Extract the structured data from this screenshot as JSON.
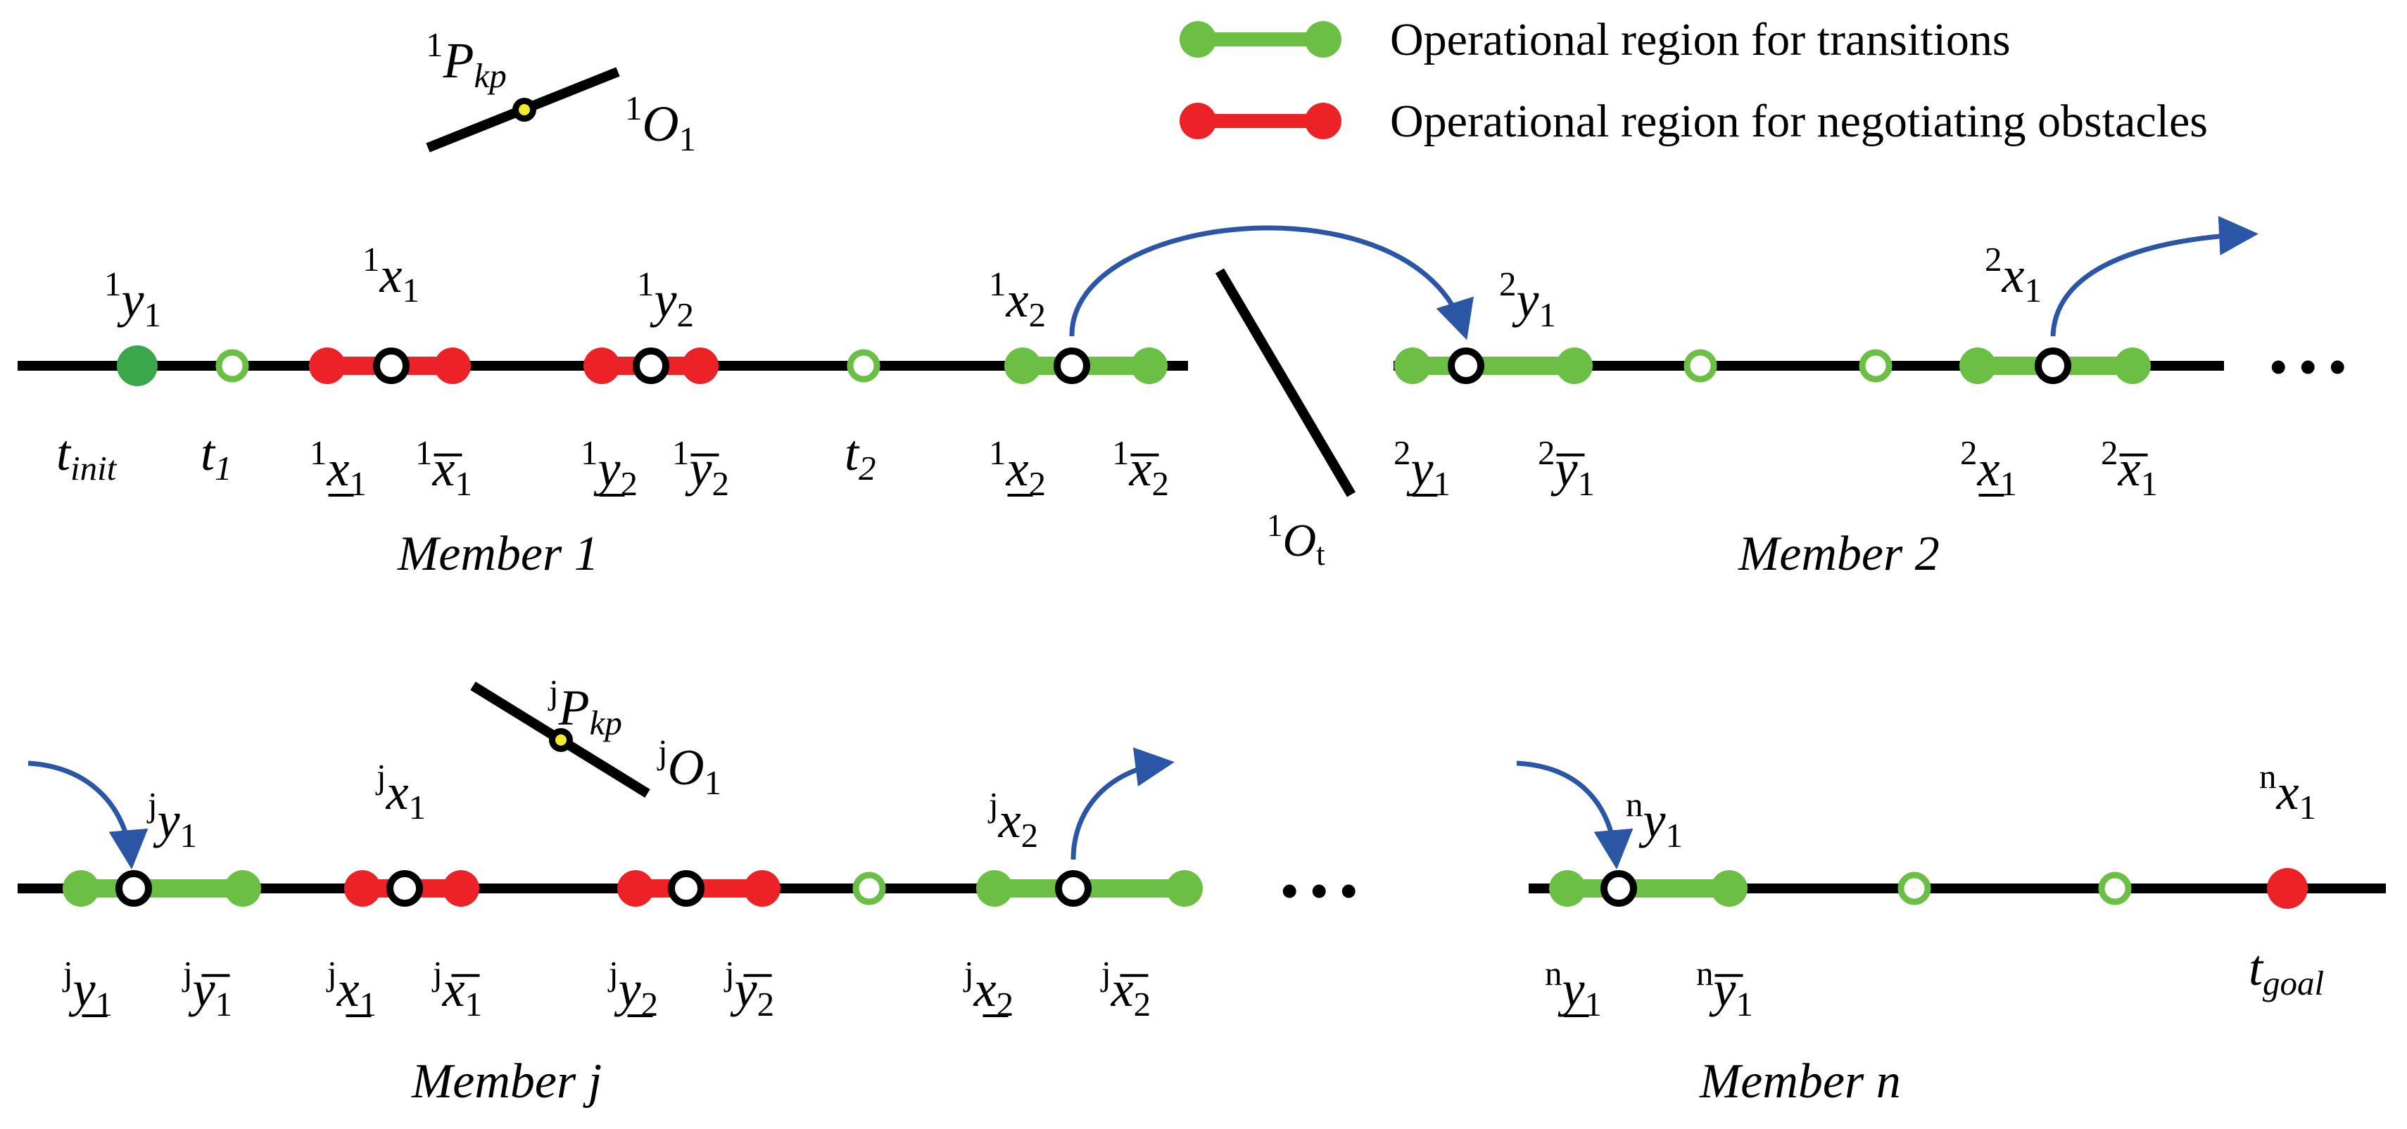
{
  "colors": {
    "transition": "#6cbf45",
    "obstacle": "#ec2226",
    "start_point": "#3aa84a",
    "goal_point": "#ec2226",
    "track": "#000000",
    "arrow": "#2b56a6",
    "kp_dot": "#f3ec2c"
  },
  "legend": {
    "transition_label": "Operational region for transitions",
    "obstacle_label": "Operational region for negotiating obstacles"
  },
  "members": {
    "m1": {
      "title": "Member 1",
      "top_labels": [
        {
          "sup": "1",
          "base": "y",
          "sub": "1"
        },
        {
          "sup": "1",
          "base": "x",
          "sub": "1"
        },
        {
          "sup": "1",
          "base": "y",
          "sub": "2"
        },
        {
          "sup": "1",
          "base": "x",
          "sub": "2"
        }
      ],
      "bottom_labels": [
        {
          "sup": "",
          "base": "t",
          "sub": "init",
          "kind": "t"
        },
        {
          "sup": "",
          "base": "t",
          "sub": "1",
          "kind": "t"
        },
        {
          "sup": "1",
          "base": "x",
          "sub": "1",
          "kind": "under"
        },
        {
          "sup": "1",
          "base": "x",
          "sub": "1",
          "kind": "over"
        },
        {
          "sup": "1",
          "base": "y",
          "sub": "2",
          "kind": "under"
        },
        {
          "sup": "1",
          "base": "y",
          "sub": "2",
          "kind": "over"
        },
        {
          "sup": "",
          "base": "t",
          "sub": "2",
          "kind": "t"
        },
        {
          "sup": "1",
          "base": "x",
          "sub": "2",
          "kind": "under"
        },
        {
          "sup": "1",
          "base": "x",
          "sub": "2",
          "kind": "over"
        }
      ]
    },
    "m2": {
      "title": "Member 2",
      "top_labels": [
        {
          "sup": "2",
          "base": "y",
          "sub": "1"
        },
        {
          "sup": "2",
          "base": "x",
          "sub": "1"
        }
      ],
      "bottom_labels": [
        {
          "sup": "2",
          "base": "y",
          "sub": "1",
          "kind": "under"
        },
        {
          "sup": "2",
          "base": "y",
          "sub": "1",
          "kind": "over"
        },
        {
          "sup": "2",
          "base": "x",
          "sub": "1",
          "kind": "under"
        },
        {
          "sup": "2",
          "base": "x",
          "sub": "1",
          "kind": "over"
        }
      ]
    },
    "mj": {
      "title": "Member j",
      "top_labels": [
        {
          "sup": "j",
          "base": "y",
          "sub": "1"
        },
        {
          "sup": "j",
          "base": "x",
          "sub": "1"
        },
        {
          "sup": "j",
          "base": "x",
          "sub": "2"
        }
      ],
      "bottom_labels": [
        {
          "sup": "j",
          "base": "y",
          "sub": "1",
          "kind": "under"
        },
        {
          "sup": "j",
          "base": "y",
          "sub": "1",
          "kind": "over"
        },
        {
          "sup": "j",
          "base": "x",
          "sub": "1",
          "kind": "under"
        },
        {
          "sup": "j",
          "base": "x",
          "sub": "1",
          "kind": "over"
        },
        {
          "sup": "j",
          "base": "y",
          "sub": "2",
          "kind": "under"
        },
        {
          "sup": "j",
          "base": "y",
          "sub": "2",
          "kind": "over"
        },
        {
          "sup": "j",
          "base": "x",
          "sub": "2",
          "kind": "under"
        },
        {
          "sup": "j",
          "base": "x",
          "sub": "2",
          "kind": "over"
        }
      ]
    },
    "mn": {
      "title": "Member n",
      "top_labels": [
        {
          "sup": "n",
          "base": "y",
          "sub": "1"
        },
        {
          "sup": "n",
          "base": "x",
          "sub": "1"
        }
      ],
      "bottom_labels": [
        {
          "sup": "n",
          "base": "y",
          "sub": "1",
          "kind": "under"
        },
        {
          "sup": "n",
          "base": "y",
          "sub": "1",
          "kind": "over"
        },
        {
          "sup": "",
          "base": "t",
          "sub": "goal",
          "kind": "t"
        }
      ]
    }
  },
  "obstacles": {
    "kp1": {
      "sup": "1",
      "base": "P",
      "sub": "kp"
    },
    "o1": {
      "sup": "1",
      "base": "O",
      "sub": "1"
    },
    "ot": {
      "sup": "1",
      "base": "O",
      "sub": "t"
    },
    "kpj": {
      "sup": "j",
      "base": "P",
      "sub": "kp"
    },
    "oj": {
      "sup": "j",
      "base": "O",
      "sub": "1"
    }
  },
  "ellipsis": "• • •"
}
